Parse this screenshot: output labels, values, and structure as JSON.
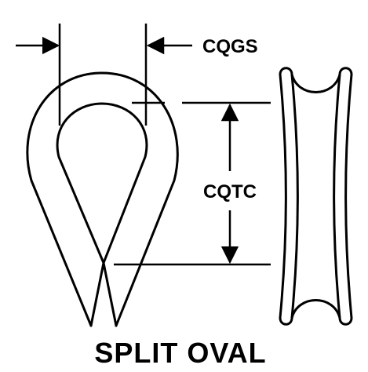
{
  "title": "SPLIT OVAL",
  "dimensions": {
    "gap_width_label": "CQGS",
    "height_label": "CQTC"
  },
  "colors": {
    "stroke": "#000000",
    "background": "#ffffff"
  }
}
